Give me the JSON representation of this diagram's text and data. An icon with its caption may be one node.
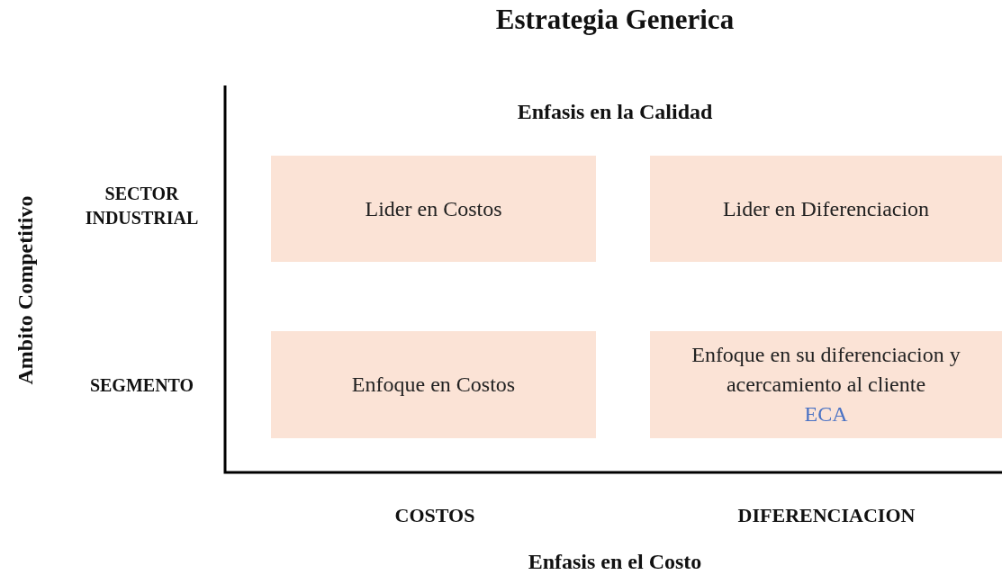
{
  "diagram": {
    "title": "Estrategia Generica",
    "nodes": [
      {
        "text": [
          "Lider en Costos"
        ]
      },
      {
        "text": [
          "Lider en Diferenciacion"
        ]
      },
      {
        "text": [
          "Enfoque en Costos"
        ]
      },
      {
        "text": [
          "Enfoque en su diferenciacion y acercamiento al cliente",
          "ECA"
        ]
      }
    ],
    "labels": [
      "Enfasis en la Calidad",
      "Ambito Competitivo",
      "SECTOR INDUSTRIAL",
      "SEGMENTO",
      "COSTOS",
      "DIFERENCIACION",
      "Enfasis en el Costo"
    ]
  }
}
